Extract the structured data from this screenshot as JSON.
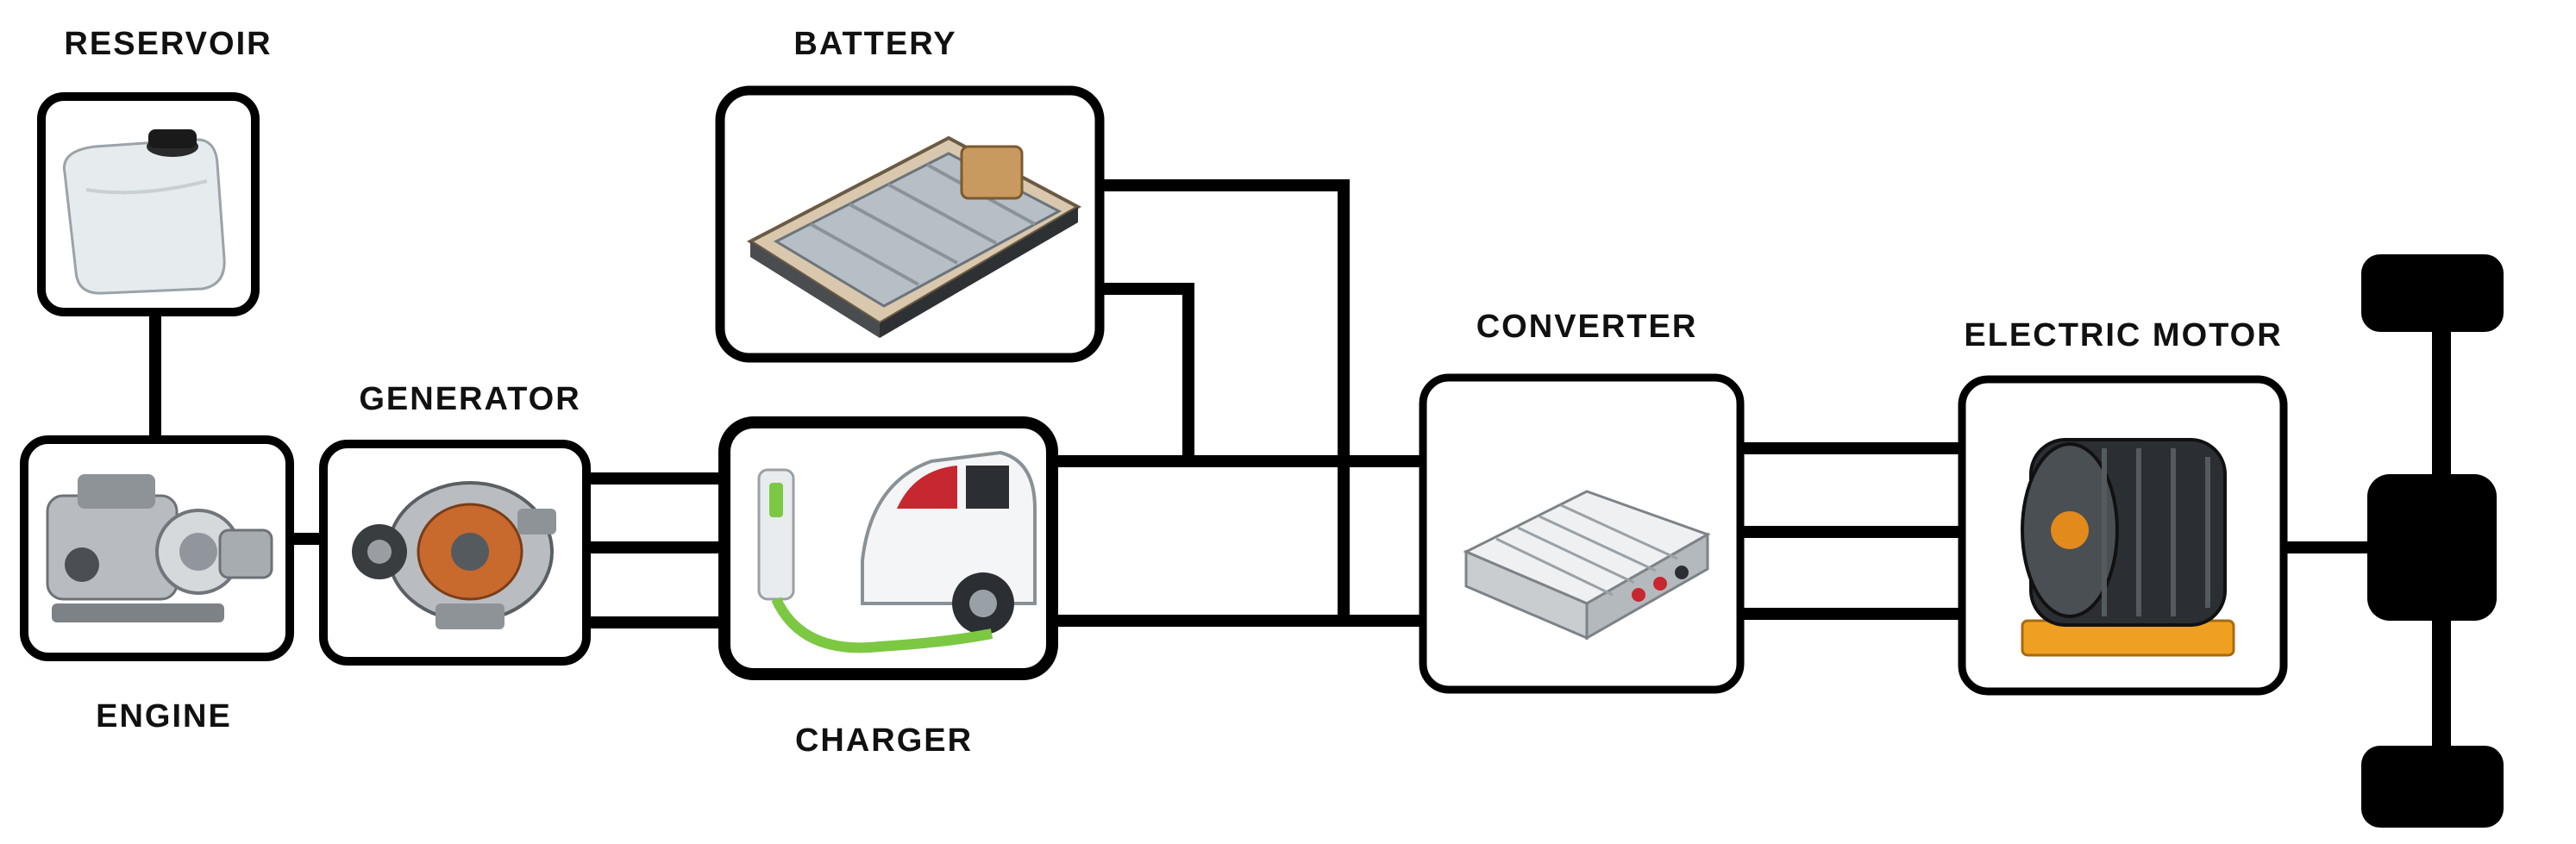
{
  "labels": {
    "reservoir": "RESERVOIR",
    "battery": "BATTERY",
    "generator": "GENERATOR",
    "engine": "ENGINE",
    "charger": "CHARGER",
    "converter": "CONVERTER",
    "electric_motor": "ELECTRIC MOTOR"
  },
  "colors": {
    "line": "#000000",
    "box_border": "#000000",
    "charger_cable": "#7cc843",
    "motor_base": "#f0a020"
  }
}
